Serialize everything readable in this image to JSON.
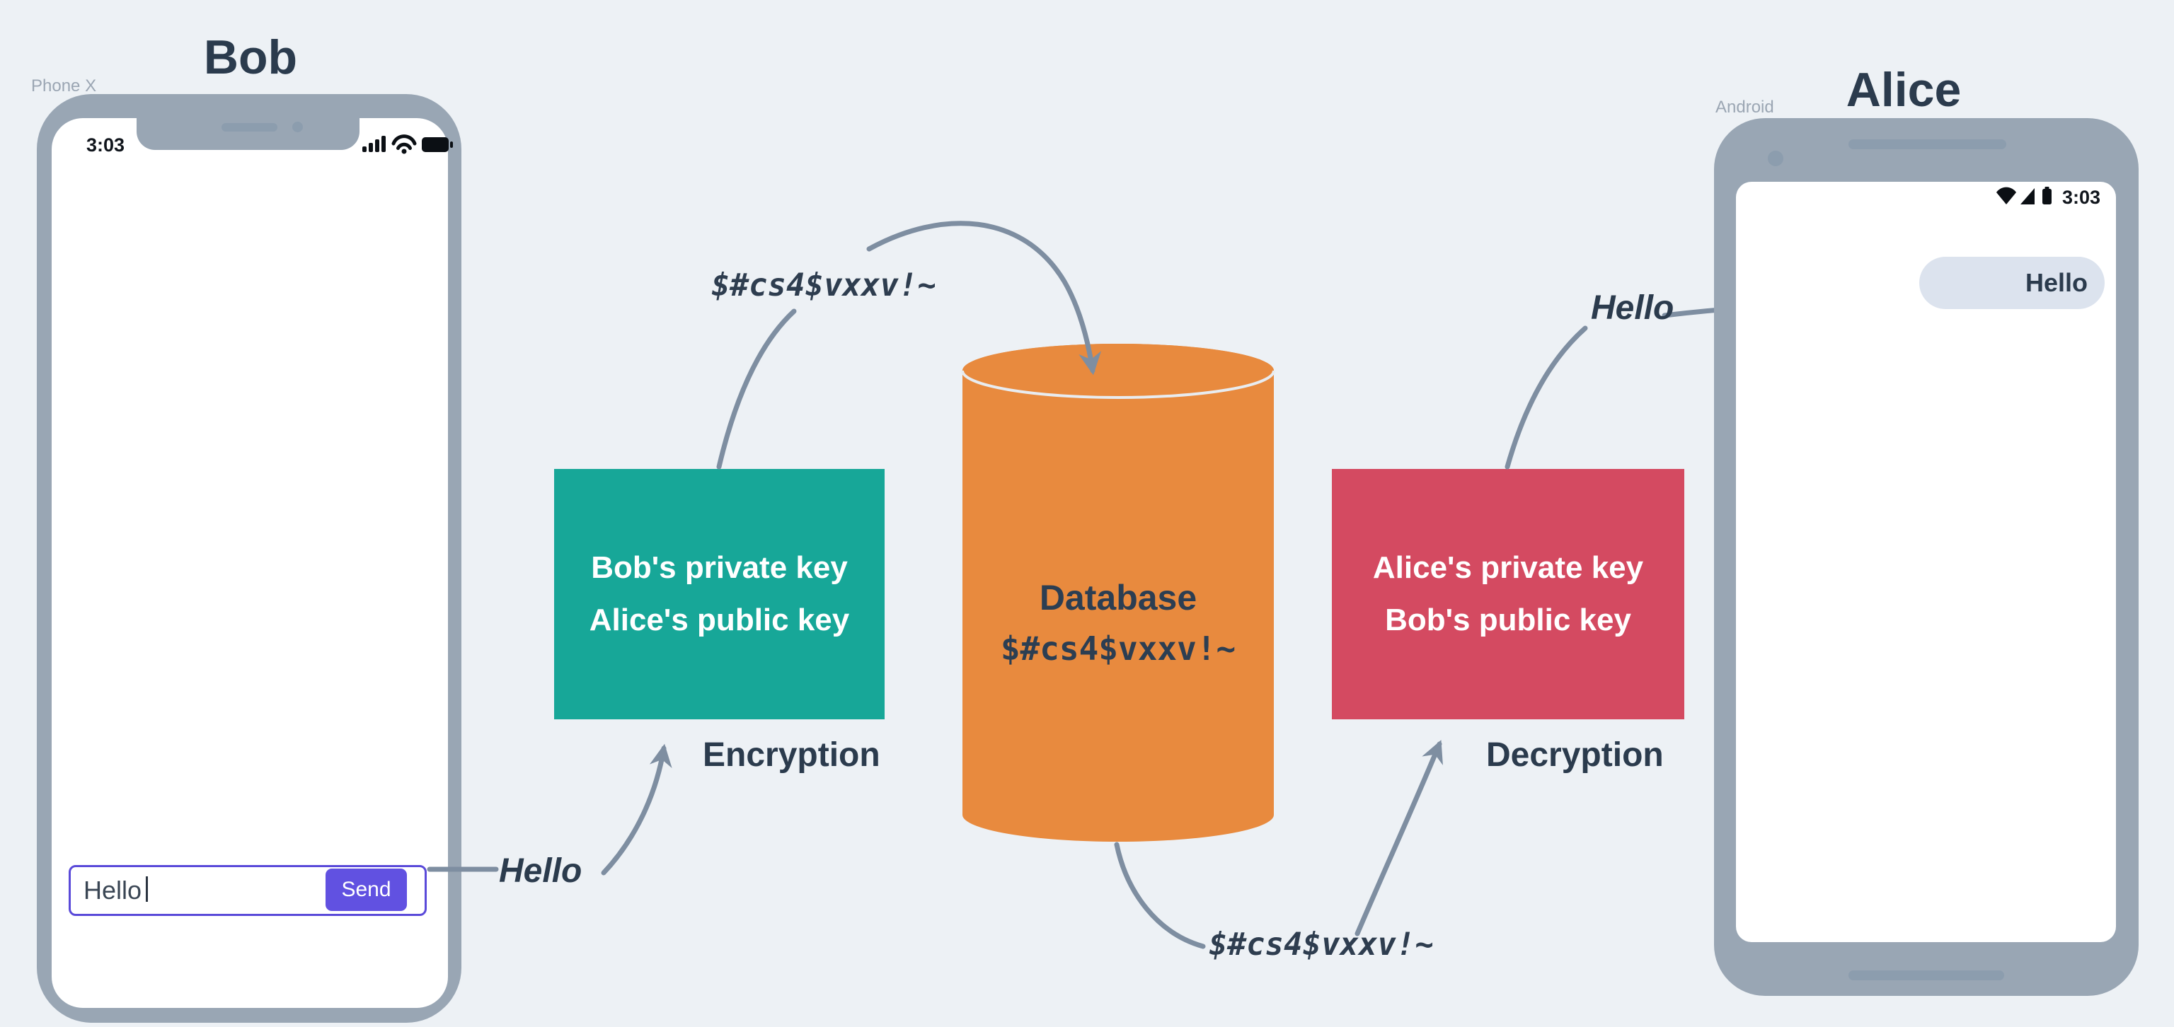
{
  "bob": {
    "title": "Bob",
    "device_label": "Phone X",
    "status_time": "3:03",
    "input_value": "Hello",
    "send_label": "Send"
  },
  "alice": {
    "title": "Alice",
    "device_label": "Android",
    "status_time": "3:03",
    "bubble_text": "Hello"
  },
  "encryption_box": {
    "line1": "Bob's private key",
    "line2": "Alice's public key",
    "caption": "Encryption",
    "color": "#17a798"
  },
  "decryption_box": {
    "line1": "Alice's private key",
    "line2": "Bob's public key",
    "caption": "Decryption",
    "color": "#d44a61"
  },
  "database": {
    "line1": "Database",
    "line2": "$#cs4$vxxv!~",
    "color": "#e88a3e"
  },
  "labels": {
    "plaintext_bob": "Hello",
    "cipher_top": "$#cs4$vxxv!~",
    "cipher_bottom": "$#cs4$vxxv!~",
    "plaintext_alice": "Hello"
  },
  "colors": {
    "background": "#edf1f5",
    "phone_frame": "#99a6b4",
    "arrow": "#7e8ea1",
    "accent_purple": "#6151e1",
    "input_border": "#5a4ad9",
    "bubble": "#dce3ee",
    "dark_text": "#2b3b4d"
  }
}
